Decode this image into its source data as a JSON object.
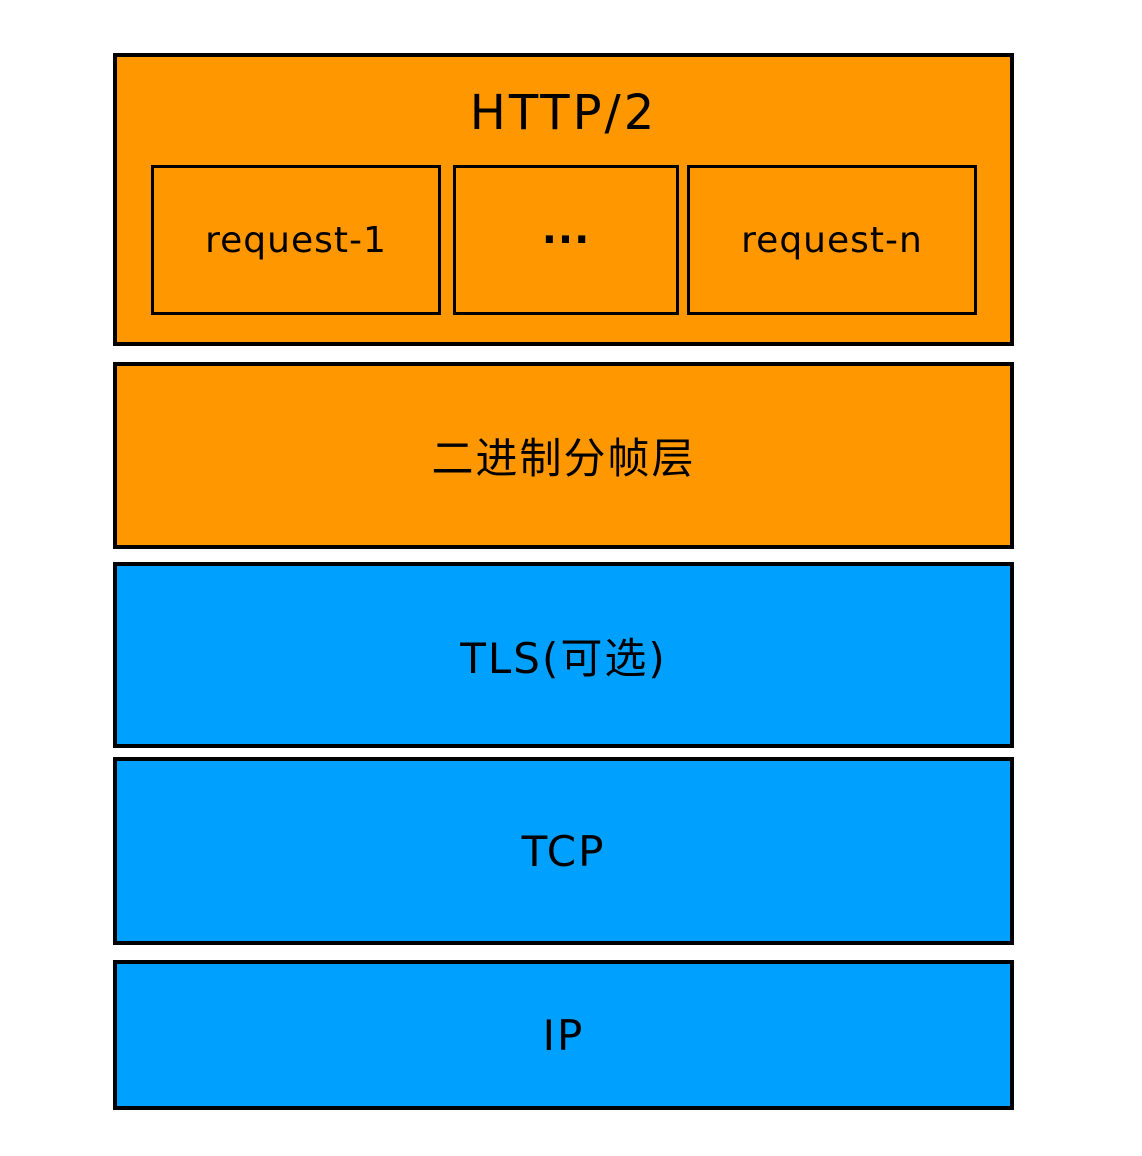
{
  "colors": {
    "application_layer_fill": "#FF9800",
    "transport_layer_fill": "#00A0FF",
    "border": "#000000",
    "text": "#000000",
    "background": "#FFFFFF"
  },
  "stack": {
    "http2_layer": {
      "label": "HTTP/2",
      "requests": [
        {
          "label": "request-1"
        },
        {
          "label": "···"
        },
        {
          "label": "request-n"
        }
      ]
    },
    "binary_framing_layer": {
      "label": "二进制分帧层"
    },
    "tls_layer": {
      "label": "TLS(可选)"
    },
    "tcp_layer": {
      "label": "TCP"
    },
    "ip_layer": {
      "label": "IP"
    }
  }
}
